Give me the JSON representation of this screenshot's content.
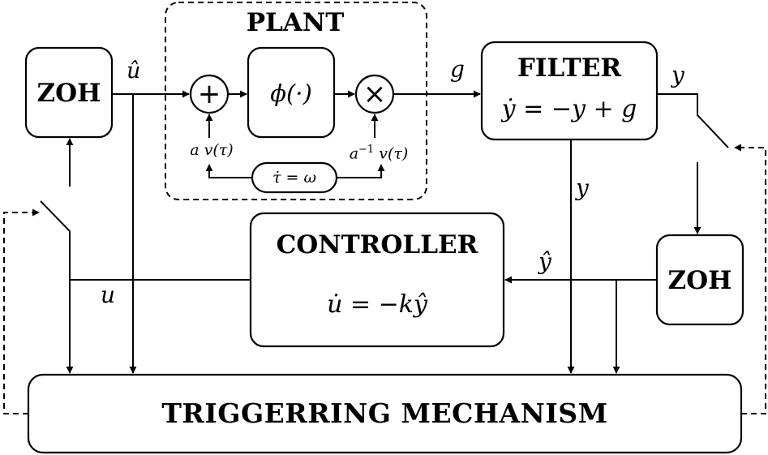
{
  "plant": {
    "title": "PLANT",
    "nonlinearity": "ϕ(·)",
    "sum_symbol": "+",
    "product_symbol": "×",
    "input_gain": "a",
    "input_signal": "v(τ)",
    "output_gain": "a",
    "output_exponent": "−1",
    "output_signal": "v(τ)",
    "clock": "τ̇ = ω"
  },
  "zoh_left": {
    "label": "ZOH"
  },
  "zoh_right": {
    "label": "ZOH"
  },
  "filter": {
    "title": "FILTER",
    "equation": "ẏ = −y + g"
  },
  "controller": {
    "title": "CONTROLLER",
    "equation": "u̇ = −kŷ"
  },
  "trigger": {
    "title": "TRIGGERRING MECHANISM"
  },
  "signals": {
    "u_hat": "û",
    "g": "g",
    "y_out": "y",
    "y_mid": "y",
    "y_hat": "ŷ",
    "u": "u"
  },
  "style": {
    "stroke": "#000000",
    "background": "#ffffff"
  }
}
